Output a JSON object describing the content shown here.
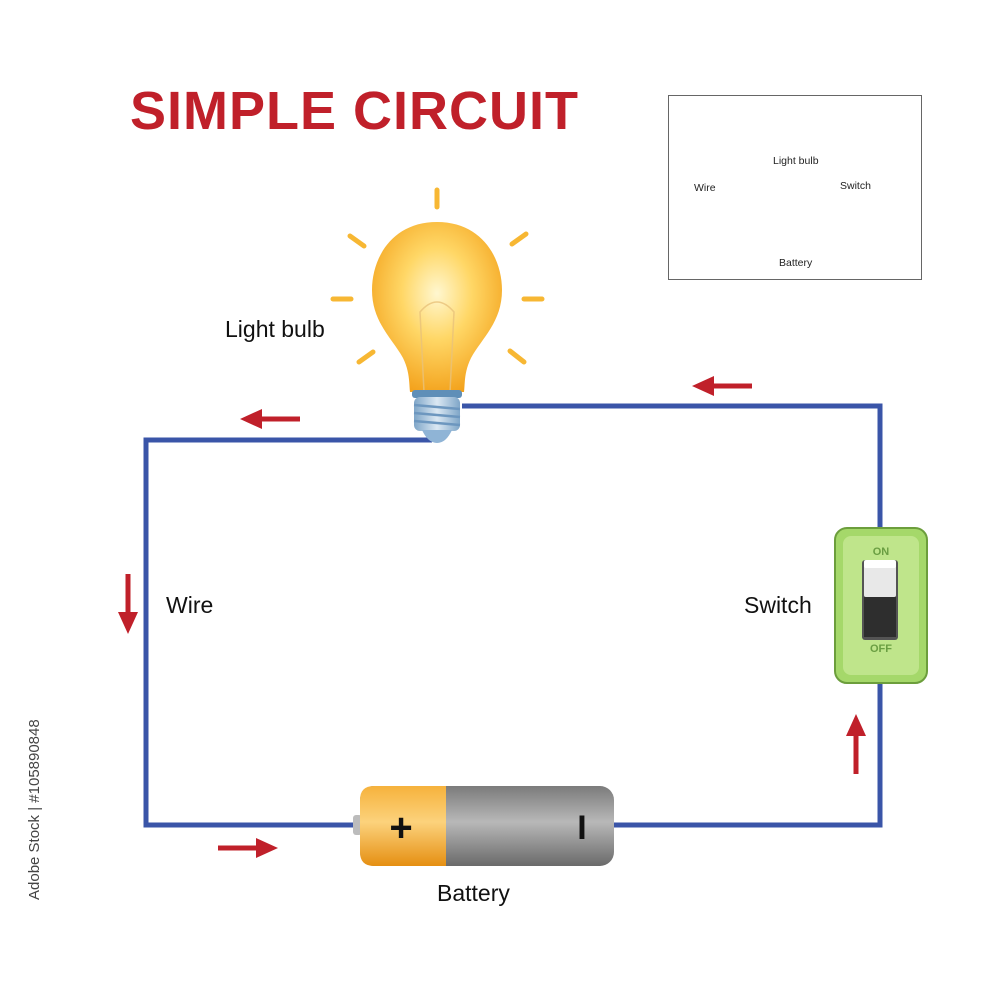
{
  "title": "SIMPLE CIRCUIT",
  "labels": {
    "light_bulb": "Light bulb",
    "wire": "Wire",
    "switch": "Switch",
    "battery": "Battery"
  },
  "switch_labels": {
    "on": "ON",
    "off": "OFF"
  },
  "battery_symbols": {
    "plus": "+",
    "minus": "I"
  },
  "inset": {
    "light_bulb": "Light bulb",
    "wire": "Wire",
    "switch": "Switch",
    "battery": "Battery"
  },
  "watermark": "Adobe Stock | #105890848",
  "colors": {
    "title": "#c0202a",
    "wire": "#3a55a8",
    "arrow": "#c0202a",
    "bulb": "#f7b733",
    "battery_cap": "#f5a623",
    "battery_body": "#8a8a8a",
    "switch_plate": "#a5d86a"
  },
  "icons": [
    "light-bulb-icon",
    "battery-icon",
    "toggle-switch-icon",
    "arrow-icon"
  ]
}
